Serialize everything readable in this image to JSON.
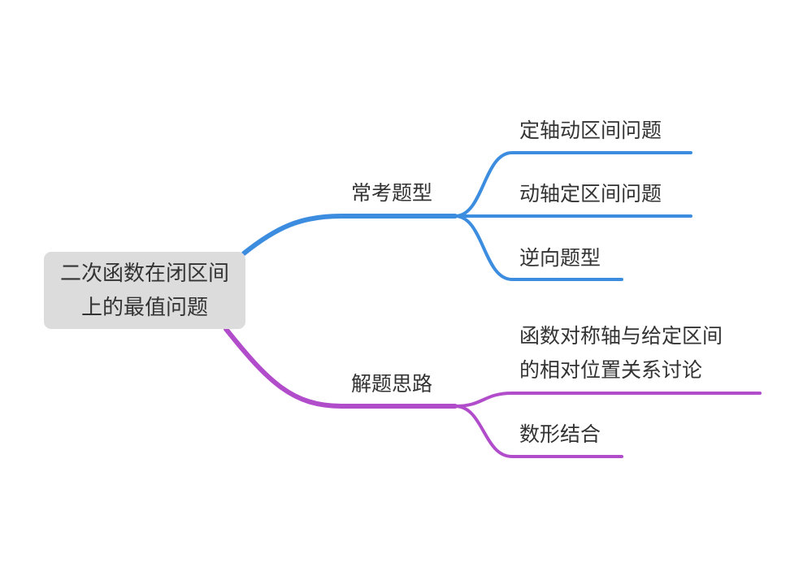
{
  "colors": {
    "branch1": "#3c8ddf",
    "branch2": "#b14dca",
    "root_bg": "#dcdcdc"
  },
  "root": {
    "line1": "二次函数在闭区间",
    "line2": "上的最值问题"
  },
  "branches": [
    {
      "label": "常考题型",
      "children": [
        {
          "label": "定轴动区间问题"
        },
        {
          "label": "动轴定区间问题"
        },
        {
          "label": "逆向题型"
        }
      ]
    },
    {
      "label": "解题思路",
      "children": [
        {
          "line1": "函数对称轴与给定区间",
          "line2": "的相对位置关系讨论"
        },
        {
          "label": "数形结合"
        }
      ]
    }
  ]
}
